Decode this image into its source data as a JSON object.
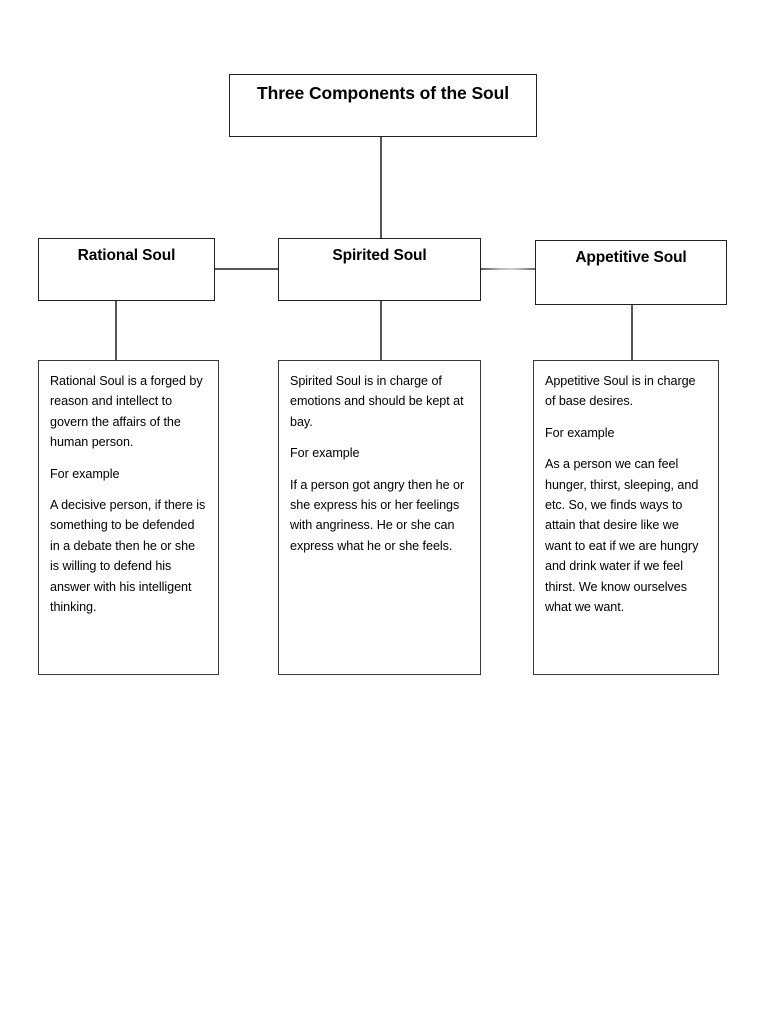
{
  "diagram": {
    "title_node": {
      "label": "Three Components of the Soul"
    },
    "branches": [
      {
        "key": "rational",
        "head_label": "Rational Soul",
        "body": {
          "definition": "Rational Soul is a forged by reason and intellect to govern the affairs of the human person.",
          "example_heading": "For example",
          "example_text": "A decisive person, if there is something to be defended in a debate then he or she is willing to defend his answer with his intelligent thinking."
        }
      },
      {
        "key": "spirited",
        "head_label": "Spirited Soul",
        "body": {
          "definition": "Spirited Soul is in charge of emotions and should be kept at bay.",
          "example_heading": "For example",
          "example_text": "If a person got angry then he or she express his or her feelings with angriness. He or she can express what he or she feels."
        }
      },
      {
        "key": "appetitive",
        "head_label": "Appetitive Soul",
        "body": {
          "definition": "Appetitive Soul is in charge of base desires.",
          "example_heading": "For example",
          "example_text": "As a person we can feel hunger, thirst, sleeping, and etc. So, we finds ways to attain that desire like we want to eat if we are hungry and drink water if we feel thirst. We know ourselves what we want."
        }
      }
    ],
    "colors": {
      "page_background": "#ffffff",
      "box_border": "#222222",
      "body_border": "#3a3a3a",
      "connector": "#555555",
      "text": "#000000"
    }
  }
}
